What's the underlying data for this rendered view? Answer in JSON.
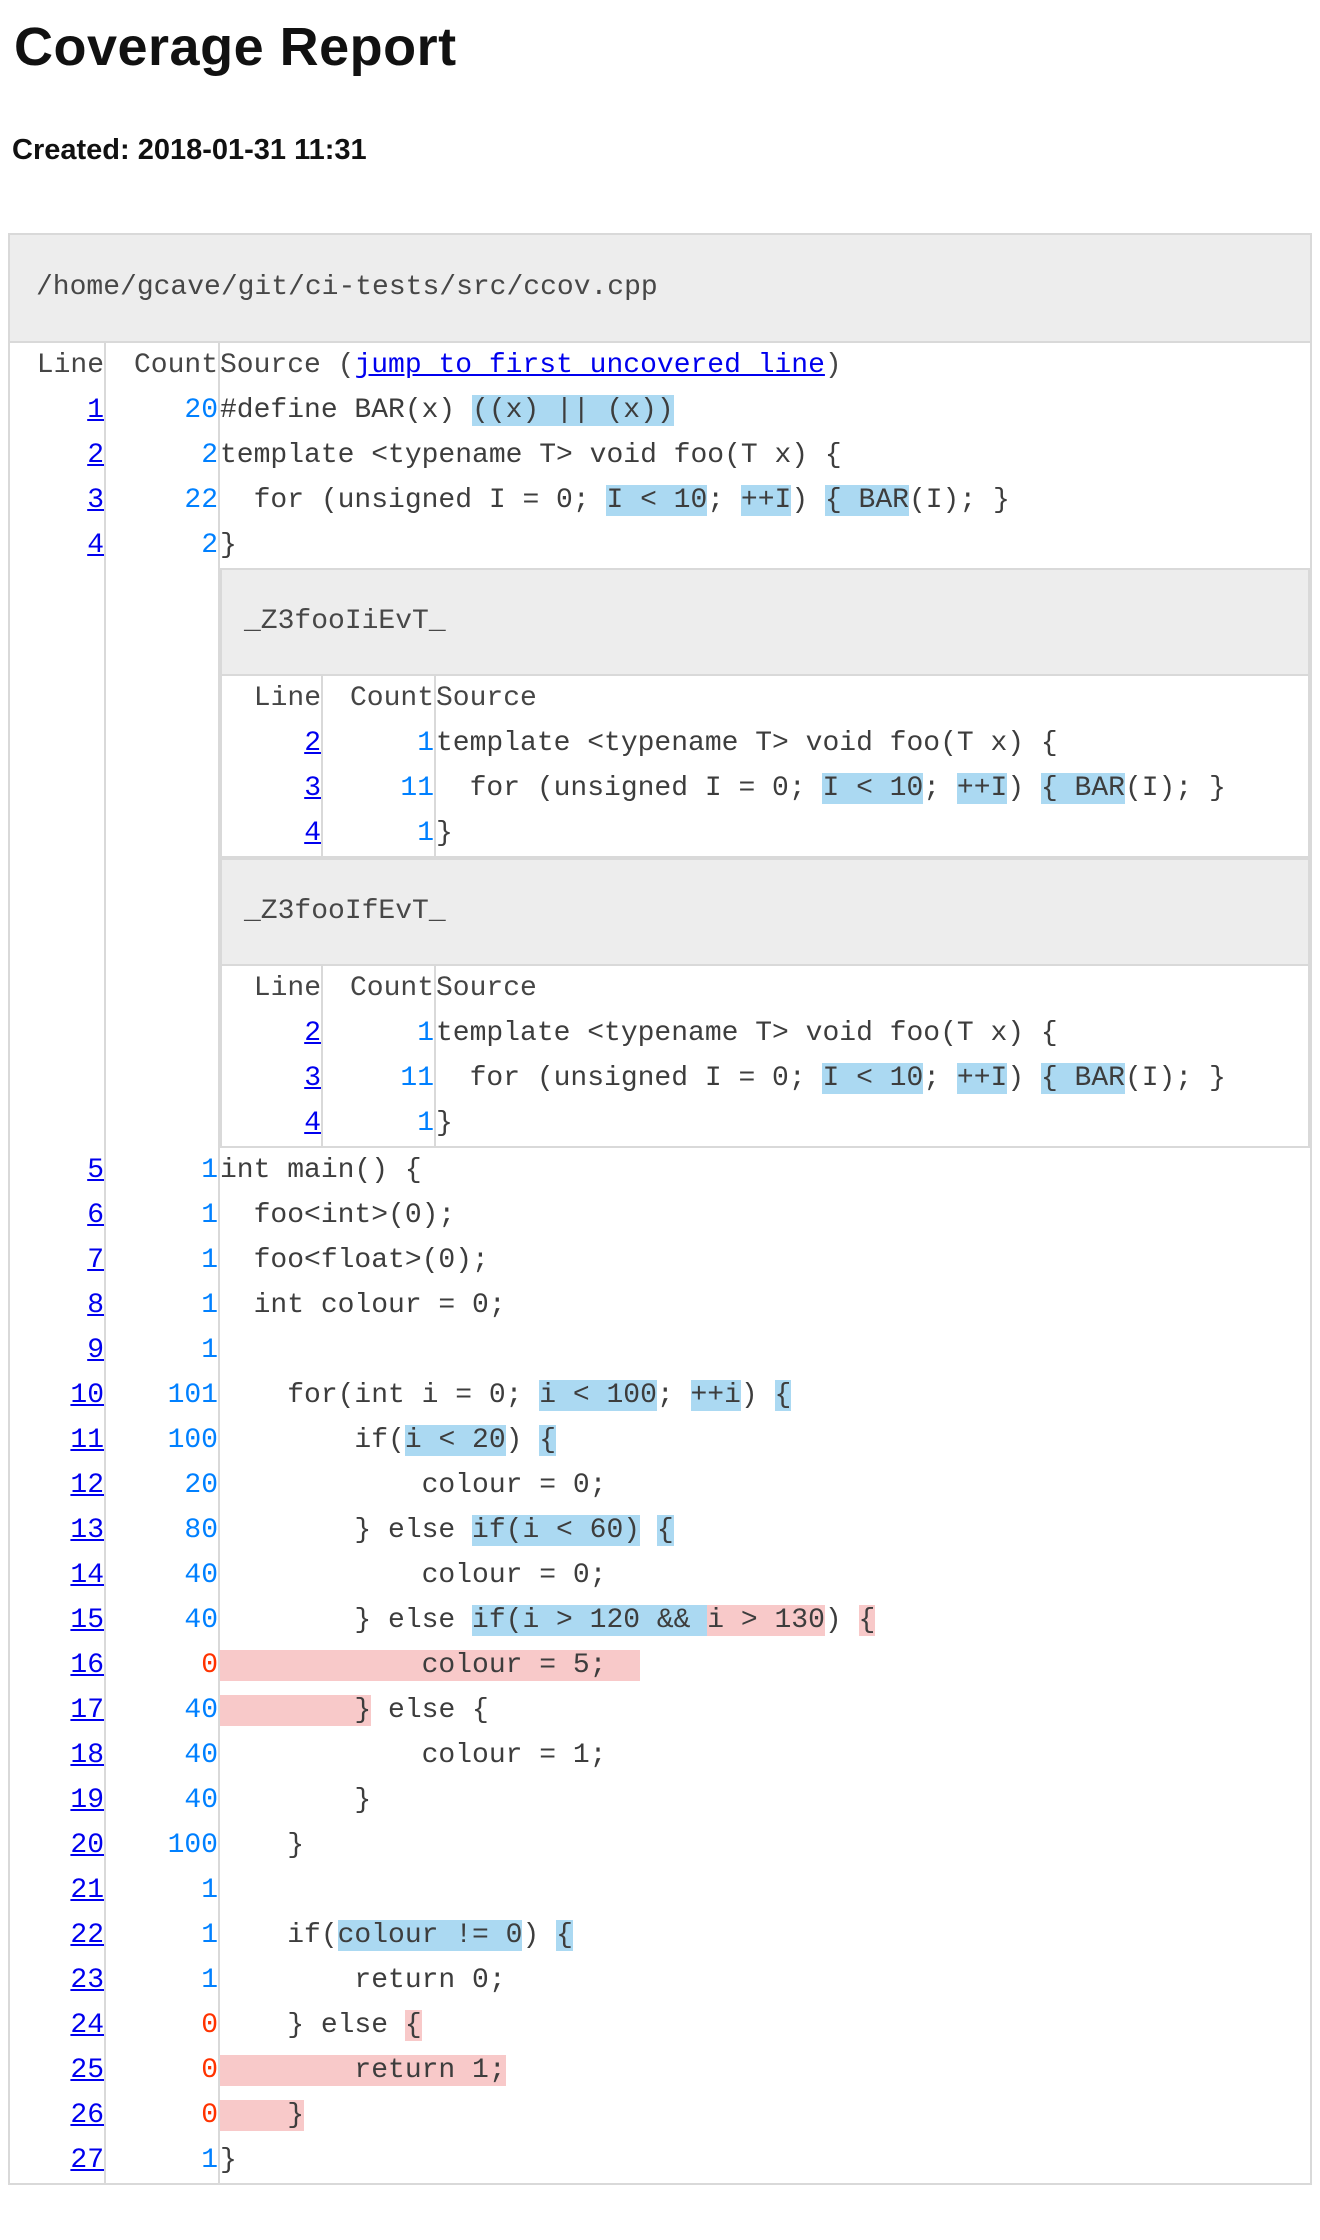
{
  "page": {
    "title": "Coverage Report",
    "created": "Created: 2018-01-31 11:31"
  },
  "file": {
    "path": "/home/gcave/git/ci-tests/src/ccov.cpp"
  },
  "table": {
    "columns": [
      "Line",
      "Count",
      "Source"
    ],
    "paren_open": " (",
    "jump_link": "jump to first uncovered line",
    "paren_close": ")"
  },
  "colors": {
    "covered_count": "#0080FF",
    "uncovered_count": "#FF3300",
    "covered_region_bg": "#ABD9F2",
    "uncovered_region_bg": "#F8C9C9",
    "panel_bg": "#EDEDED",
    "border": "#D9D9D9",
    "link": "#0000EE",
    "code_text": "#3D3D3D"
  },
  "rows": [
    {
      "n": "1",
      "c": "20",
      "seg": [
        [
          "#define BAR(x) ",
          ""
        ],
        [
          "((x) || (x))",
          "b"
        ]
      ]
    },
    {
      "n": "2",
      "c": "2",
      "seg": [
        [
          "template <typename T> void foo(T x) {",
          ""
        ]
      ]
    },
    {
      "n": "3",
      "c": "22",
      "seg": [
        [
          "  for (unsigned I = 0; ",
          ""
        ],
        [
          "I < 10",
          "b"
        ],
        [
          "; ",
          ""
        ],
        [
          "++I",
          "b"
        ],
        [
          ") ",
          ""
        ],
        [
          "{ BAR",
          "b"
        ],
        [
          "(I); }",
          ""
        ]
      ]
    },
    {
      "n": "4",
      "c": "2",
      "seg": [
        [
          "}",
          ""
        ]
      ]
    },
    {
      "x": 0
    },
    {
      "x": 1
    },
    {
      "n": "5",
      "c": "1",
      "seg": [
        [
          "int main() {",
          ""
        ]
      ]
    },
    {
      "n": "6",
      "c": "1",
      "seg": [
        [
          "  foo<int>(0);",
          ""
        ]
      ]
    },
    {
      "n": "7",
      "c": "1",
      "seg": [
        [
          "  foo<float>(0);",
          ""
        ]
      ]
    },
    {
      "n": "8",
      "c": "1",
      "seg": [
        [
          "  int colour = 0;",
          ""
        ]
      ]
    },
    {
      "n": "9",
      "c": "1",
      "seg": []
    },
    {
      "n": "10",
      "c": "101",
      "seg": [
        [
          "    for(int i = 0; ",
          ""
        ],
        [
          "i < 100",
          "b"
        ],
        [
          "; ",
          ""
        ],
        [
          "++i",
          "b"
        ],
        [
          ") ",
          ""
        ],
        [
          "{",
          "b"
        ]
      ]
    },
    {
      "n": "11",
      "c": "100",
      "seg": [
        [
          "        if(",
          ""
        ],
        [
          "i < 20",
          "b"
        ],
        [
          ") ",
          ""
        ],
        [
          "{",
          "b"
        ]
      ]
    },
    {
      "n": "12",
      "c": "20",
      "seg": [
        [
          "            colour = 0;",
          ""
        ]
      ]
    },
    {
      "n": "13",
      "c": "80",
      "seg": [
        [
          "        } else ",
          ""
        ],
        [
          "if(i < 60)",
          "b"
        ],
        [
          " ",
          ""
        ],
        [
          "{",
          "b"
        ]
      ]
    },
    {
      "n": "14",
      "c": "40",
      "seg": [
        [
          "            colour = 0;",
          ""
        ]
      ]
    },
    {
      "n": "15",
      "c": "40",
      "seg": [
        [
          "        } else ",
          ""
        ],
        [
          "if(i > 120 && ",
          "b"
        ],
        [
          "i > 130",
          "r"
        ],
        [
          ") ",
          ""
        ],
        [
          "{",
          "r"
        ]
      ]
    },
    {
      "n": "16",
      "c": "0",
      "u": true,
      "seg": [
        [
          "            colour = 5;  ",
          "r"
        ]
      ]
    },
    {
      "n": "17",
      "c": "40",
      "seg": [
        [
          "        }",
          "r"
        ],
        [
          " else {",
          ""
        ]
      ]
    },
    {
      "n": "18",
      "c": "40",
      "seg": [
        [
          "            colour = 1;",
          ""
        ]
      ]
    },
    {
      "n": "19",
      "c": "40",
      "seg": [
        [
          "        }",
          ""
        ]
      ]
    },
    {
      "n": "20",
      "c": "100",
      "seg": [
        [
          "    }",
          ""
        ]
      ]
    },
    {
      "n": "21",
      "c": "1",
      "seg": []
    },
    {
      "n": "22",
      "c": "1",
      "seg": [
        [
          "    if(",
          ""
        ],
        [
          "colour != 0",
          "b"
        ],
        [
          ") ",
          ""
        ],
        [
          "{",
          "b"
        ]
      ]
    },
    {
      "n": "23",
      "c": "1",
      "seg": [
        [
          "        return 0;",
          ""
        ]
      ]
    },
    {
      "n": "24",
      "c": "0",
      "u": true,
      "seg": [
        [
          "    } else ",
          ""
        ],
        [
          "{",
          "r"
        ]
      ]
    },
    {
      "n": "25",
      "c": "0",
      "u": true,
      "seg": [
        [
          "        return 1;",
          "r"
        ]
      ]
    },
    {
      "n": "26",
      "c": "0",
      "u": true,
      "seg": [
        [
          "    }",
          "r"
        ]
      ]
    },
    {
      "n": "27",
      "c": "1",
      "seg": [
        [
          "}",
          ""
        ]
      ]
    }
  ],
  "expansions": [
    {
      "title": "_Z3fooIiEvT_",
      "rows": [
        {
          "n": "2",
          "c": "1",
          "seg": [
            [
              "template <typename T> void foo(T x) {",
              ""
            ]
          ]
        },
        {
          "n": "3",
          "c": "11",
          "seg": [
            [
              "  for (unsigned I = 0; ",
              ""
            ],
            [
              "I < 10",
              "b"
            ],
            [
              "; ",
              ""
            ],
            [
              "++I",
              "b"
            ],
            [
              ") ",
              ""
            ],
            [
              "{ BAR",
              "b"
            ],
            [
              "(I); }",
              ""
            ]
          ]
        },
        {
          "n": "4",
          "c": "1",
          "seg": [
            [
              "}",
              ""
            ]
          ]
        }
      ]
    },
    {
      "title": "_Z3fooIfEvT_",
      "rows": [
        {
          "n": "2",
          "c": "1",
          "seg": [
            [
              "template <typename T> void foo(T x) {",
              ""
            ]
          ]
        },
        {
          "n": "3",
          "c": "11",
          "seg": [
            [
              "  for (unsigned I = 0; ",
              ""
            ],
            [
              "I < 10",
              "b"
            ],
            [
              "; ",
              ""
            ],
            [
              "++I",
              "b"
            ],
            [
              ") ",
              ""
            ],
            [
              "{ BAR",
              "b"
            ],
            [
              "(I); }",
              ""
            ]
          ]
        },
        {
          "n": "4",
          "c": "1",
          "seg": [
            [
              "}",
              ""
            ]
          ]
        }
      ]
    }
  ]
}
